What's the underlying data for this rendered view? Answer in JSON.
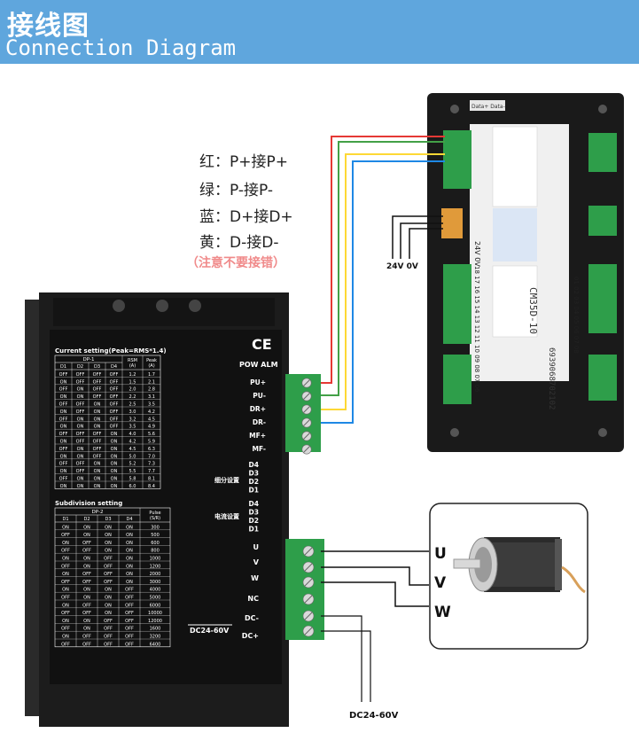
{
  "header": {
    "title_cn": "接线图",
    "title_en": "Connection Diagram"
  },
  "legend": {
    "items": [
      {
        "text": "红：P+接P+",
        "color": "#e53935"
      },
      {
        "text": "绿：P-接P-",
        "color": "#43a047"
      },
      {
        "text": "蓝：D+接D+",
        "color": "#1e88e5"
      },
      {
        "text": "黄：D-接D-",
        "color": "#fdd835"
      }
    ],
    "note": "（注意不要接错）"
  },
  "controller": {
    "top_label": "Data+ Data-",
    "model": "CM35D-10",
    "power_label": "24V 0V",
    "pin_numbers": "18 17 16 15 14 13 12 11 10 09 08 07 06",
    "pin_numbers_right": "01 02 03 04 05 06 07 08",
    "serial": "6939068702102"
  },
  "power_wire_label": "24V 0V",
  "driver": {
    "current_title": "Current setting(Peak=RMS*1.4)",
    "current_table": {
      "group": "DP-1",
      "headers": [
        "D1",
        "D2",
        "D3",
        "D4",
        "RSM\n(A)",
        "Peak\n(A)"
      ],
      "rows": [
        [
          "OFF",
          "OFF",
          "OFF",
          "OFF",
          "1.2",
          "1.7"
        ],
        [
          "ON",
          "OFF",
          "OFF",
          "OFF",
          "1.5",
          "2.1"
        ],
        [
          "OFF",
          "ON",
          "OFF",
          "OFF",
          "2.0",
          "2.8"
        ],
        [
          "ON",
          "ON",
          "OFF",
          "OFF",
          "2.2",
          "3.1"
        ],
        [
          "OFF",
          "OFF",
          "ON",
          "OFF",
          "2.5",
          "3.5"
        ],
        [
          "ON",
          "OFF",
          "ON",
          "OFF",
          "3.0",
          "4.2"
        ],
        [
          "OFF",
          "ON",
          "ON",
          "OFF",
          "3.2",
          "4.5"
        ],
        [
          "ON",
          "ON",
          "ON",
          "OFF",
          "3.5",
          "4.9"
        ],
        [
          "OFF",
          "OFF",
          "OFF",
          "ON",
          "4.0",
          "5.6"
        ],
        [
          "ON",
          "OFF",
          "OFF",
          "ON",
          "4.2",
          "5.9"
        ],
        [
          "OFF",
          "ON",
          "OFF",
          "ON",
          "4.5",
          "6.3"
        ],
        [
          "ON",
          "ON",
          "OFF",
          "ON",
          "5.0",
          "7.0"
        ],
        [
          "OFF",
          "OFF",
          "ON",
          "ON",
          "5.2",
          "7.3"
        ],
        [
          "ON",
          "OFF",
          "ON",
          "ON",
          "5.5",
          "7.7"
        ],
        [
          "OFF",
          "ON",
          "ON",
          "ON",
          "5.8",
          "8.1"
        ],
        [
          "ON",
          "ON",
          "ON",
          "ON",
          "6.0",
          "8.4"
        ]
      ]
    },
    "subdiv_title": "Subdivision setting",
    "subdiv_table": {
      "group": "DP-2",
      "headers": [
        "D1",
        "D2",
        "D3",
        "D4",
        "Pulse\n(S/R)"
      ],
      "rows": [
        [
          "ON",
          "ON",
          "ON",
          "ON",
          "300"
        ],
        [
          "OFF",
          "ON",
          "ON",
          "ON",
          "500"
        ],
        [
          "ON",
          "OFF",
          "ON",
          "ON",
          "600"
        ],
        [
          "OFF",
          "OFF",
          "ON",
          "ON",
          "800"
        ],
        [
          "ON",
          "ON",
          "OFF",
          "ON",
          "1000"
        ],
        [
          "OFF",
          "ON",
          "OFF",
          "ON",
          "1200"
        ],
        [
          "ON",
          "OFF",
          "OFF",
          "ON",
          "2000"
        ],
        [
          "OFF",
          "OFF",
          "OFF",
          "ON",
          "3000"
        ],
        [
          "ON",
          "ON",
          "ON",
          "OFF",
          "4000"
        ],
        [
          "OFF",
          "ON",
          "ON",
          "OFF",
          "5000"
        ],
        [
          "ON",
          "OFF",
          "ON",
          "OFF",
          "6000"
        ],
        [
          "OFF",
          "OFF",
          "ON",
          "OFF",
          "10000"
        ],
        [
          "ON",
          "ON",
          "OFF",
          "OFF",
          "12000"
        ],
        [
          "OFF",
          "ON",
          "OFF",
          "OFF",
          "1600"
        ],
        [
          "ON",
          "OFF",
          "OFF",
          "OFF",
          "3200"
        ],
        [
          "OFF",
          "OFF",
          "OFF",
          "OFF",
          "6400"
        ]
      ]
    },
    "ce": "CE",
    "pow_alm": "POW ALM",
    "signal_terms": [
      "PU+",
      "PU-",
      "DR+",
      "DR-",
      "MF+",
      "MF-"
    ],
    "subdiv_switch_label": "细分设置",
    "subdiv_switches": [
      "D4",
      "D3",
      "D2",
      "D1"
    ],
    "current_switch_label": "电流设置",
    "current_switches": [
      "D4",
      "D3",
      "D2",
      "D1"
    ],
    "power_terms": [
      "U",
      "V",
      "W",
      "NC",
      "DC-",
      "DC+"
    ],
    "supply_label": "DC24-60V"
  },
  "motor": {
    "phase_labels": [
      "U",
      "V",
      "W"
    ]
  },
  "supply_wire_label": "DC24-60V",
  "colors": {
    "banner": "#5fa6dd",
    "terminal_green": "#2e9e4a",
    "driver_body": "#1c1c1c"
  }
}
